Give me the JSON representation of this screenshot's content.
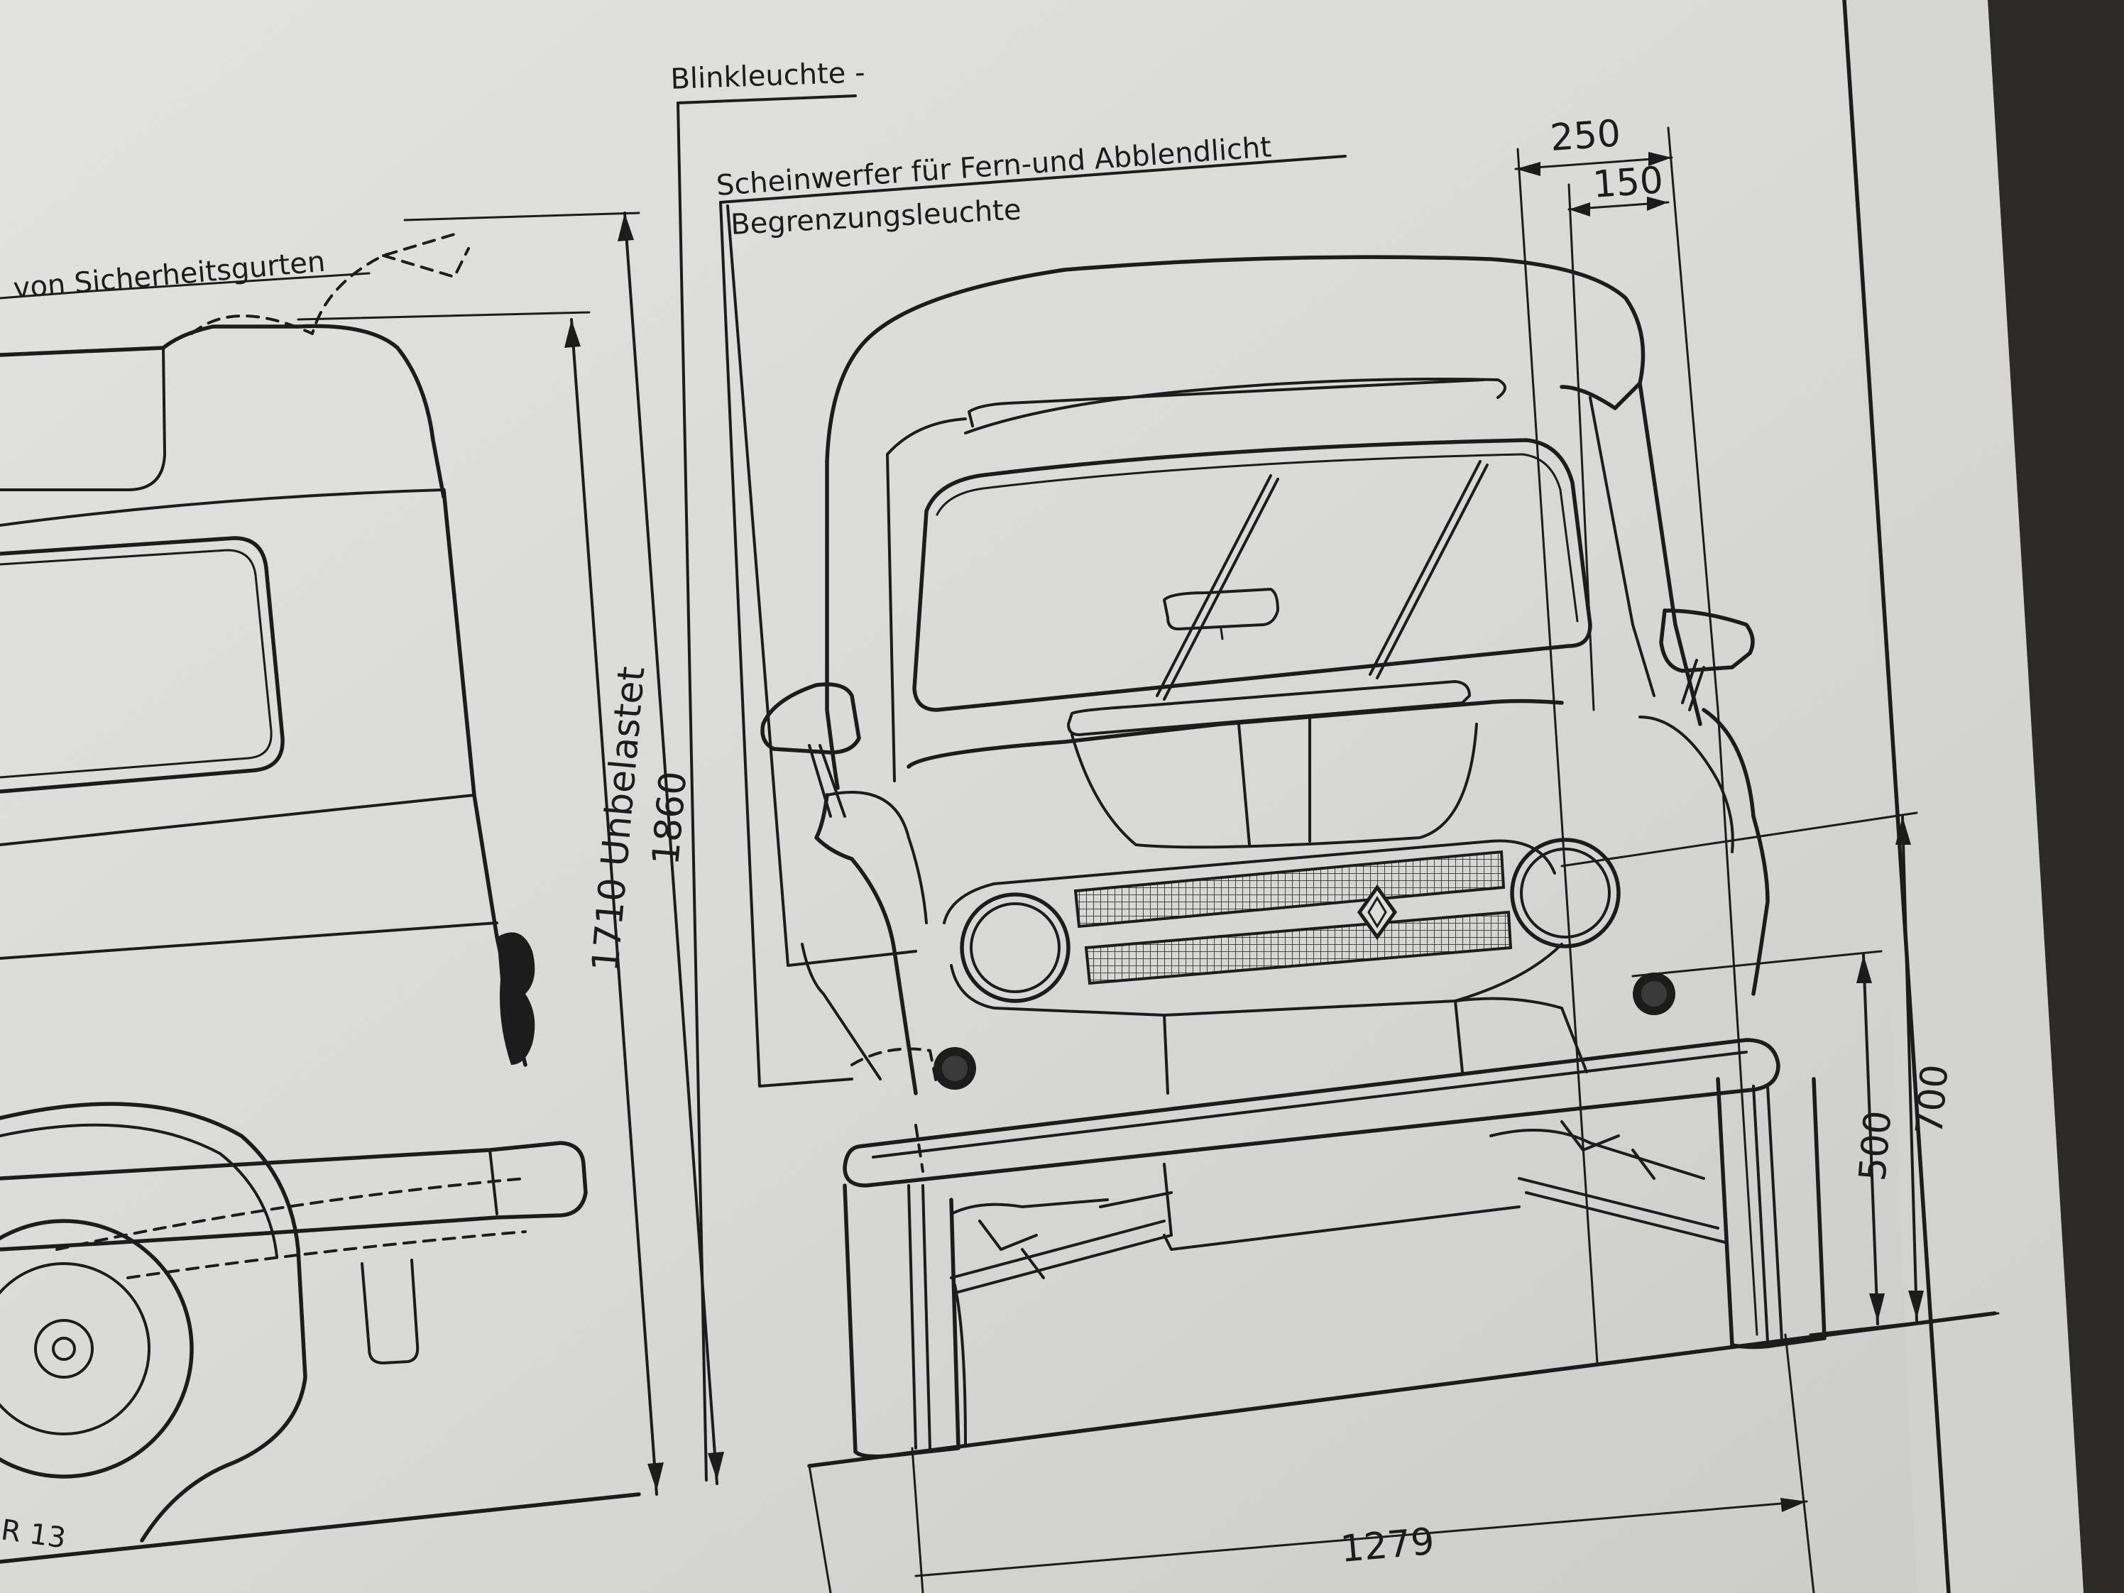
{
  "labels": {
    "blinkleuchte": "Blinkleuchte -",
    "scheinwerfer": "Scheinwerfer für Fern-und Abblendlicht",
    "begrenzung": "Begrenzungsleuchte",
    "gurt": "von Sicherheitsgurten",
    "unbelastet": "1710 Unbelastet",
    "tire": "R 13"
  },
  "dimensions": {
    "d250": "250",
    "d150": "150",
    "d1860": "1860",
    "d500": "500",
    "d700": "700",
    "d1279": "1279"
  },
  "colors": {
    "paper": "#dcdcda",
    "ink": "#1c1c1c",
    "table": "#2b2a28"
  }
}
